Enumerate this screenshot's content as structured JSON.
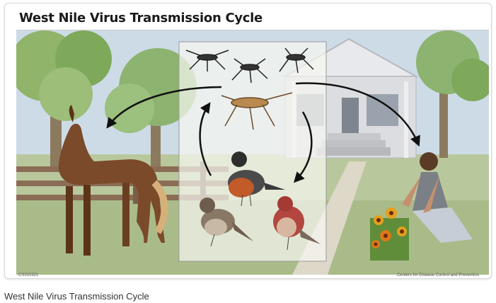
{
  "diagram": {
    "title": "West Nile Virus Transmission Cycle",
    "image_code": "CS315321",
    "credit": "Centers for Disease Control and Prevention",
    "caption": "West Nile Virus Transmission Cycle"
  },
  "colors": {
    "sky": "#c9d9e6",
    "grass": "#b8c79a",
    "foliage": "#7fa65a",
    "fence": "#8b6d55",
    "house": "#dcdde0",
    "arrow": "#111111",
    "panel": "#f4f4f0"
  },
  "icons": [
    "mosquito-icon",
    "horse-icon",
    "bird-icon",
    "person-icon",
    "flower-icon",
    "house-icon",
    "tree-icon"
  ]
}
